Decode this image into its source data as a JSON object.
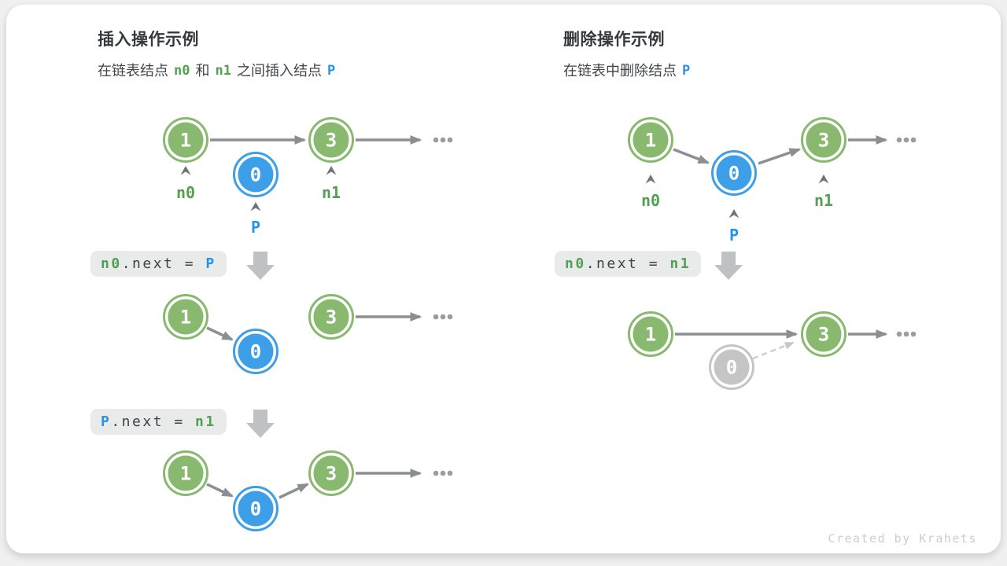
{
  "meta": {
    "watermark": "Created by Krahets"
  },
  "colors": {
    "page_bg": "#f0f0f0",
    "card_bg": "#ffffff",
    "node_green": "#88b96f",
    "node_blue": "#3d9fe8",
    "node_gray": "#c5c5c5",
    "arrow_gray": "#8b8f91",
    "dashed_arrow_gray": "#cbcbcb",
    "text_green": "#53a053",
    "text_blue": "#2593e6",
    "code_box_bg": "#e9eaea",
    "code_text": "#3d4245",
    "title_text": "#35393c"
  },
  "icons": {
    "ellipsis": "...",
    "caret_up": "^",
    "down_block_arrow": "▼"
  },
  "node_values": {
    "one": "1",
    "three": "3",
    "zero": "0"
  },
  "ref_labels": {
    "n0": "n0",
    "n1": "n1",
    "p": "P"
  },
  "left": {
    "title": "插入操作示例",
    "subtitle": {
      "seg0": "在链表结点",
      "n0": "n0",
      "seg1": "和",
      "n1": "n1",
      "seg2": "之间插入结点",
      "p": "P"
    },
    "code1": {
      "lhs": "n0",
      "mid": ".next = ",
      "rhs": "P"
    },
    "code2": {
      "lhs": "P",
      "mid": ".next = ",
      "rhs": "n1"
    }
  },
  "right": {
    "title": "删除操作示例",
    "subtitle": {
      "seg0": "在链表中删除结点",
      "p": "P"
    },
    "code1": {
      "lhs": "n0",
      "mid": ".next = ",
      "rhs": "n1"
    }
  }
}
